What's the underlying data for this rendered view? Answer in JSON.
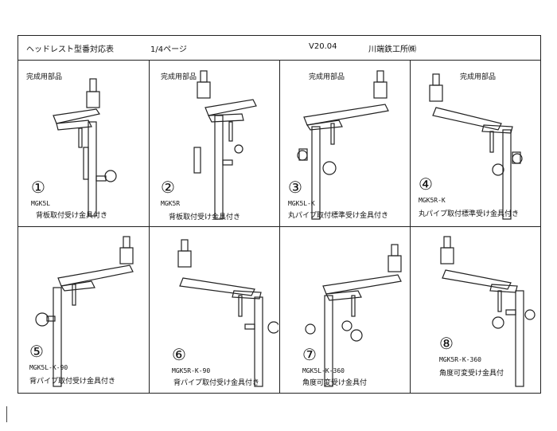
{
  "header": {
    "title": "ヘッドレスト型番対応表",
    "page": "1/4ページ",
    "version": "V20.04",
    "company": "川端鉄工所㈱"
  },
  "section_label": "完成用部品",
  "items": [
    {
      "num": "①",
      "model": "MGK5L",
      "desc": "背板取付受け金具付き"
    },
    {
      "num": "②",
      "model": "MGK5R",
      "desc": "背板取付受け金具付き"
    },
    {
      "num": "③",
      "model": "MGK5L-K",
      "desc": "丸パイプ取付標準受け金具付き"
    },
    {
      "num": "④",
      "model": "MGK5R-K",
      "desc": "丸パイプ取付標準受け金具付き"
    },
    {
      "num": "⑤",
      "model": "MGK5L-K-90",
      "desc": "背パイプ取付受け金具付き"
    },
    {
      "num": "⑥",
      "model": "MGK5R-K-90",
      "desc": "背パイプ取付受け金具付き"
    },
    {
      "num": "⑦",
      "model": "MGK5L-K-360",
      "desc": "角度可変受け金具付"
    },
    {
      "num": "⑧",
      "model": "MGK5R-K-360",
      "desc": "角度可変受け金具付"
    }
  ]
}
